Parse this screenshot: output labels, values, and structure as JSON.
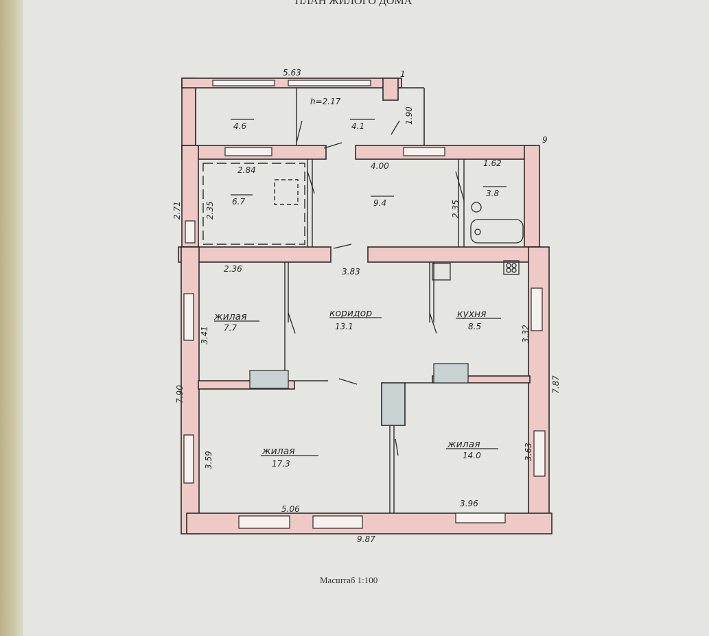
{
  "title": "ПЛАН ЖИЛОГО ДОМА",
  "scale_label": "Масштаб 1:100",
  "colors": {
    "wall_fill": "#eec9c6",
    "line": "#2a2a2a",
    "paper": "#e5e5e2"
  },
  "corner_labels": {
    "c1": "1",
    "c9": "9"
  },
  "rooms": {
    "porch_left": {
      "area": "4.6"
    },
    "porch_right": {
      "area": "4.1",
      "height": "h=2.17"
    },
    "storage": {
      "area": "6.7"
    },
    "hall": {
      "area": "9.4"
    },
    "bath": {
      "area": "3.8"
    },
    "bedroom_small": {
      "name": "жилая",
      "area": "7.7"
    },
    "corridor": {
      "name": "коридор",
      "area": "13.1"
    },
    "kitchen": {
      "name": "кухня",
      "area": "8.5"
    },
    "living_left": {
      "name": "жилая",
      "area": "17.3"
    },
    "living_right": {
      "name": "жилая",
      "area": "14.0"
    }
  },
  "dimensions": {
    "top_porch": "5.63",
    "porch_side": "1.90",
    "storage_w": "2.84",
    "hall_w": "4.00",
    "bath_w": "1.62",
    "storage_h": "2.35",
    "bath_h": "2.35",
    "left_upper": "2.71",
    "bedroom_w": "2.36",
    "corridor_w": "3.83",
    "bedroom_h": "3.41",
    "kitchen_h": "3.32",
    "left_total": "7.90",
    "right_total": "7.87",
    "living_left_h": "3.59",
    "living_right_h": "3.63",
    "living_left_w": "5.06",
    "living_right_w": "3.96",
    "bottom_total": "9.87"
  }
}
